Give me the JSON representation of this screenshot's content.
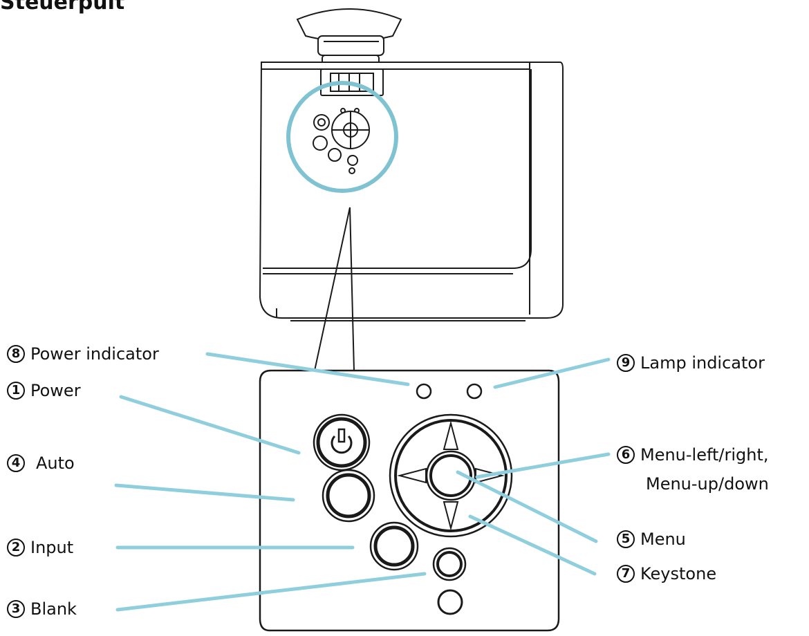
{
  "heading": "Steuerpult",
  "colors": {
    "accent": "#8fcfdd",
    "highlight": "#7fc3d3",
    "outline": "#1a1a1a"
  },
  "icons": {
    "power": "power-icon",
    "arrow": "arrow-icon"
  },
  "labels": {
    "power_indicator": {
      "num": "8",
      "text": "Power indicator"
    },
    "power": {
      "num": "1",
      "text": "Power"
    },
    "auto": {
      "num": "4",
      "text": "Auto"
    },
    "input": {
      "num": "2",
      "text": "Input"
    },
    "blank": {
      "num": "3",
      "text": "Blank"
    },
    "lamp_indicator": {
      "num": "9",
      "text": "Lamp indicator"
    },
    "menu_nav": {
      "num": "6",
      "text": "Menu-left/right,",
      "text2": "Menu-up/down"
    },
    "menu": {
      "num": "5",
      "text": "Menu"
    },
    "keystone": {
      "num": "7",
      "text": "Keystone"
    }
  }
}
